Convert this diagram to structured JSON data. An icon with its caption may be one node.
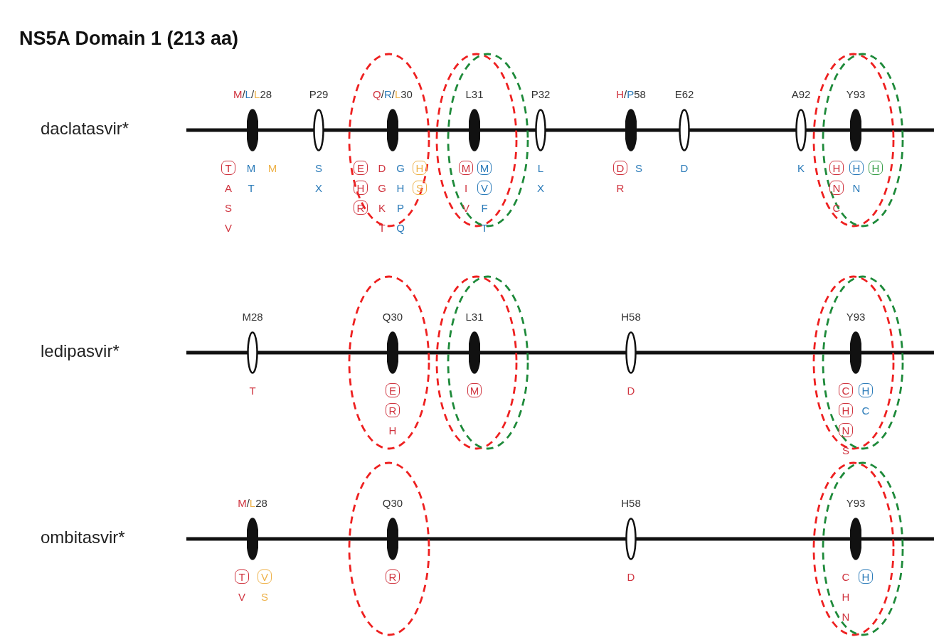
{
  "diagram": {
    "title": "NS5A Domain 1 (213 aa)",
    "nodes": [
      {
        "text": [
          "M/L/L28"
        ],
        "beside": [
          "T",
          "M",
          "M",
          "A",
          "T",
          "S",
          "V"
        ]
      },
      {
        "text": [
          "P29"
        ],
        "beside": [
          "S",
          "X"
        ]
      },
      {
        "text": [
          "Q/R/L30"
        ],
        "beside": [
          "E",
          "D",
          "G",
          "H",
          "H",
          "G",
          "H",
          "S",
          "R",
          "K",
          "P",
          "T",
          "Q"
        ]
      },
      {
        "text": [
          "L31"
        ],
        "beside": [
          "M",
          "M",
          "I",
          "V",
          "V",
          "F",
          "T"
        ]
      },
      {
        "text": [
          "P32"
        ],
        "beside": [
          "L",
          "X"
        ]
      },
      {
        "text": [
          "H/P58"
        ],
        "beside": [
          "D",
          "S",
          "R"
        ]
      },
      {
        "text": [
          "E62"
        ],
        "beside": [
          "D"
        ]
      },
      {
        "text": [
          "A92"
        ],
        "beside": [
          "K"
        ]
      },
      {
        "text": [
          "Y93"
        ],
        "beside": [
          "H",
          "H",
          "H",
          "N",
          "N",
          "C"
        ]
      },
      {
        "text": [
          "M28"
        ],
        "beside": [
          "T"
        ]
      },
      {
        "text": [
          "Q30"
        ],
        "beside": [
          "E",
          "R",
          "H"
        ]
      },
      {
        "text": [
          "L31"
        ],
        "beside": [
          "M"
        ]
      },
      {
        "text": [
          "H58"
        ],
        "beside": [
          "D"
        ]
      },
      {
        "text": [
          "Y93"
        ],
        "beside": [
          "C",
          "H",
          "H",
          "C",
          "N",
          "S"
        ]
      },
      {
        "text": [
          "M/L28"
        ],
        "beside": [
          "T",
          "V",
          "V",
          "S"
        ]
      },
      {
        "text": [
          "Q30"
        ],
        "beside": [
          "R"
        ]
      },
      {
        "text": [
          "H58"
        ],
        "beside": [
          "D"
        ]
      },
      {
        "text": [
          "Y93"
        ],
        "beside": [
          "C",
          "H",
          "H",
          "N"
        ]
      }
    ],
    "labels": [
      "daclatasvir*",
      "ledipasvir*",
      "ombitasvir*"
    ]
  }
}
